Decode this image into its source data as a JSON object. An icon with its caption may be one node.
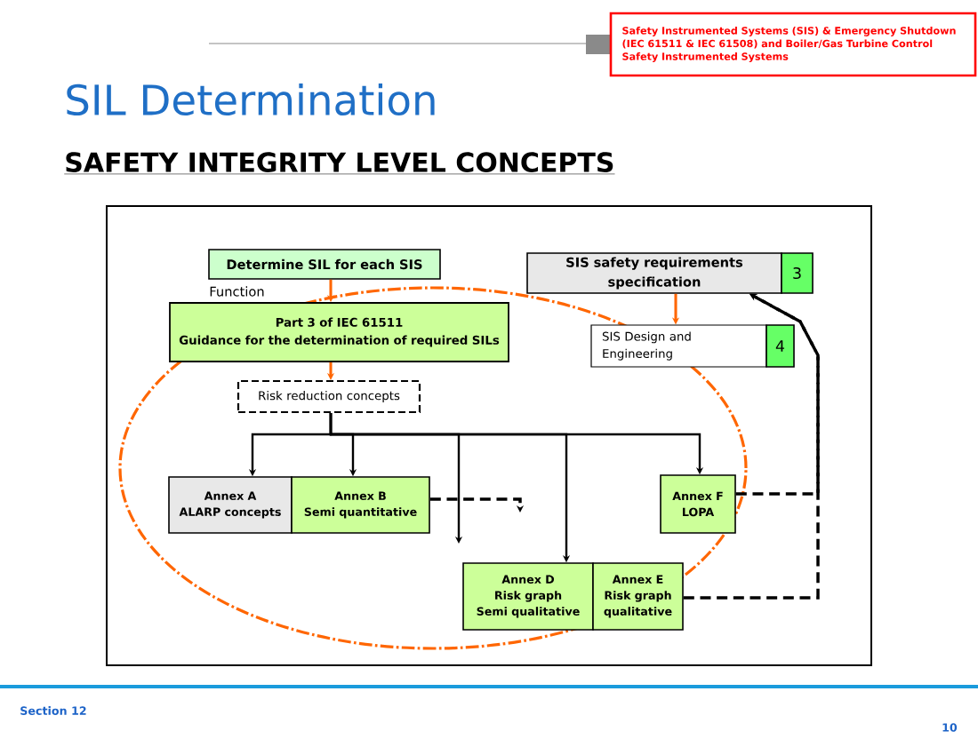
{
  "diagram": {
    "title": "SIL Determination",
    "nodes": [
      {
        "text": [
          "Safety Instrumented Systems (SIS) & Emergency Shutdown (IEC 61511 & IEC 61508) and Boiler/Gas Turbine Control Safety Instrumented Systems"
        ]
      },
      {
        "text": [
          "Determine SIL for each SIS"
        ],
        "beside": [
          "Function"
        ]
      },
      {
        "text": [
          "SIS safety requirements specification"
        ]
      },
      {
        "text": [
          "3"
        ]
      },
      {
        "text": [
          "Part 3 of IEC 61511",
          "Guidance for the determination of required SILs"
        ]
      },
      {
        "text": [
          "SIS Design and Engineering"
        ]
      },
      {
        "text": [
          "4"
        ]
      },
      {
        "text": [
          "Risk reduction concepts"
        ]
      },
      {
        "text": [
          "Annex A",
          "ALARP concepts"
        ]
      },
      {
        "text": [
          "Annex B",
          "Semi quantitative"
        ]
      },
      {
        "text": [
          "Annex F",
          "LOPA"
        ]
      },
      {
        "text": [
          "Annex D",
          "Risk graph",
          "Semi qualitative"
        ]
      },
      {
        "text": [
          "Annex E",
          "Risk graph",
          "qualitative"
        ]
      }
    ],
    "edges": [
      {
        "from": 1,
        "to": 4,
        "arrow": "to",
        "color": "#ff6600"
      },
      {
        "from": 4,
        "to": 7,
        "arrow": "to",
        "color": "#ff6600"
      },
      {
        "from": 2,
        "to": 5,
        "arrow": "to",
        "color": "#ff6600"
      },
      {
        "from": 7,
        "to": 8,
        "arrow": "to"
      },
      {
        "from": 7,
        "to": 9,
        "arrow": "to"
      },
      {
        "from": 7,
        "to": null,
        "arrow": "to"
      },
      {
        "from": 7,
        "to": 11,
        "arrow": "to"
      },
      {
        "from": 7,
        "to": 10,
        "arrow": "to"
      },
      {
        "from": 9,
        "to": null,
        "arrow": "to",
        "style": "dashed"
      },
      {
        "from": 10,
        "to": 2,
        "arrow": "to",
        "style": "dashed"
      },
      {
        "from": 12,
        "to": 2,
        "arrow": "to",
        "style": "dashed"
      }
    ],
    "labels": [
      "SAFETY INTEGRITY LEVEL CONCEPTS",
      "Section 12",
      "10"
    ]
  }
}
